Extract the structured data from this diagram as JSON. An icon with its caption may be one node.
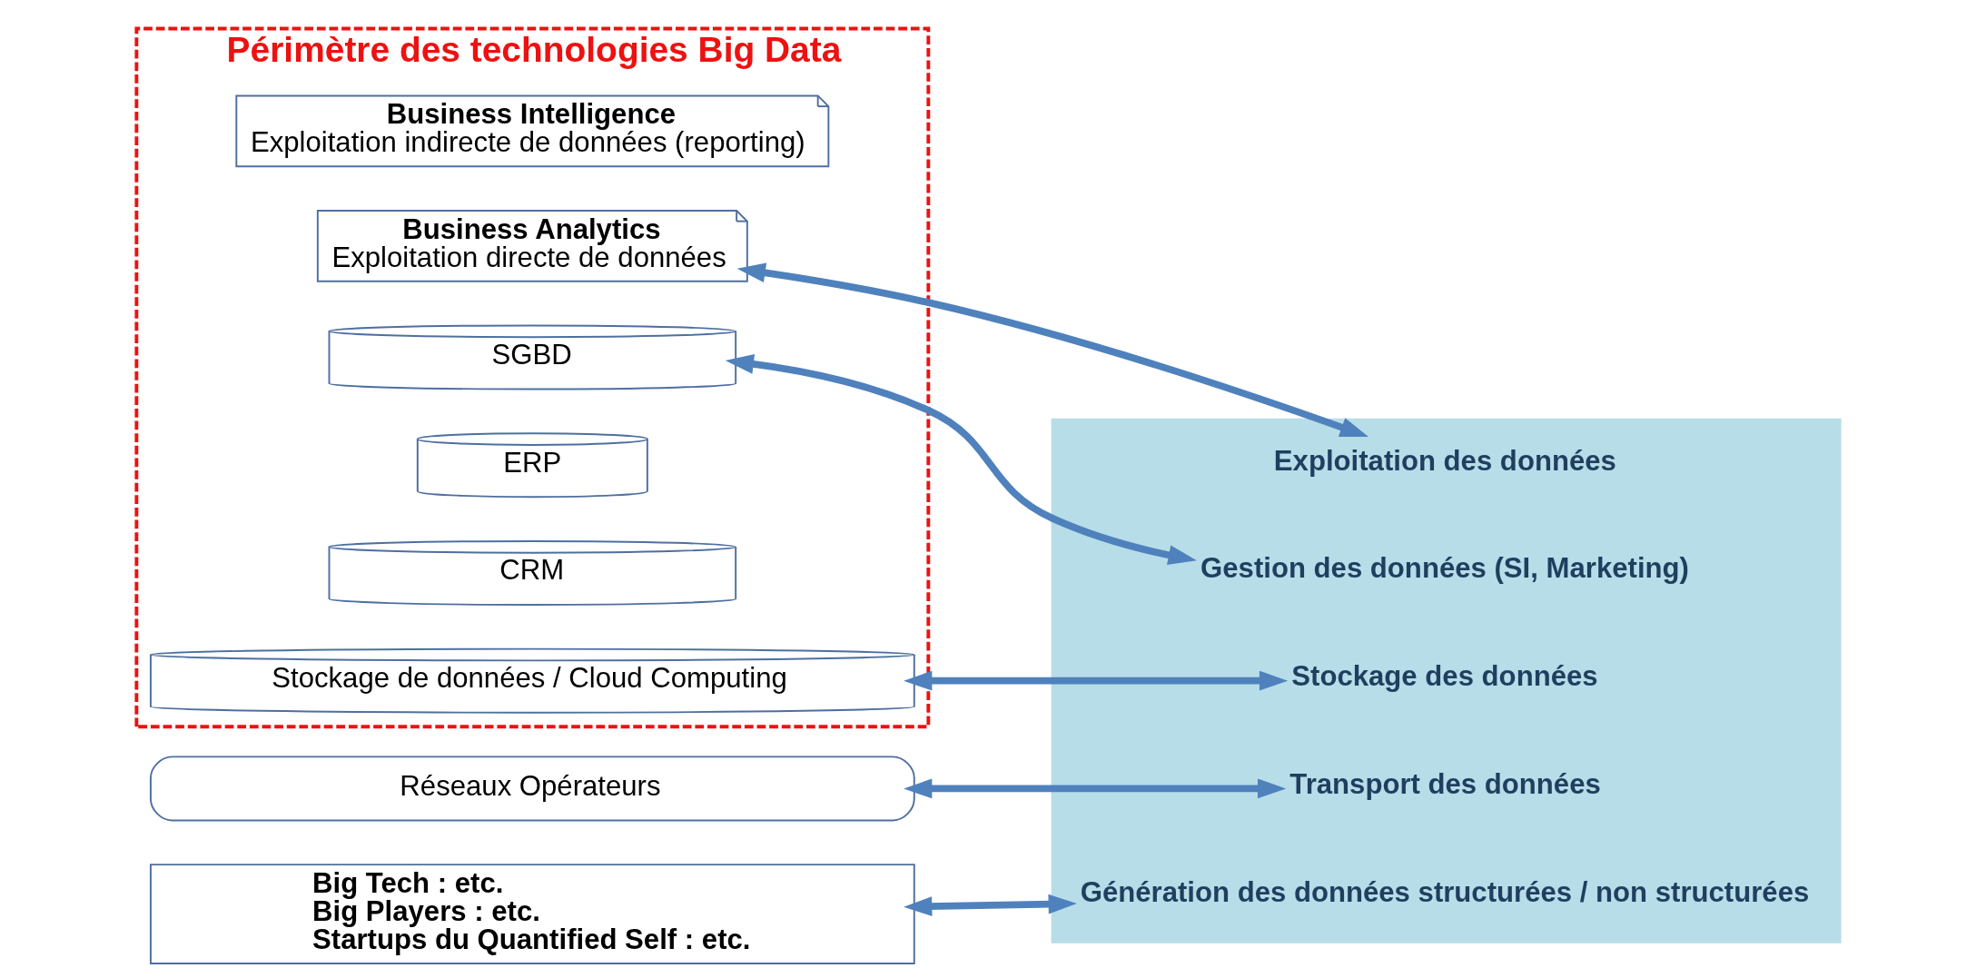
{
  "diagram": {
    "nodes": [
      {
        "text": [
          "Périmètre des technologies Big Data"
        ]
      },
      {
        "text": [
          "Business Intelligence",
          "Exploitation indirecte de données (reporting)"
        ],
        "in": 0
      },
      {
        "text": [
          "Business Analytics",
          "Exploitation directe de données"
        ],
        "in": 0
      },
      {
        "text": [
          "SGBD"
        ],
        "in": 0
      },
      {
        "text": [
          "ERP"
        ],
        "in": 0
      },
      {
        "text": [
          "CRM"
        ],
        "in": 0
      },
      {
        "text": [
          "Stockage de données / Cloud Computing"
        ],
        "in": 0
      },
      {
        "text": [
          "Réseaux Opérateurs"
        ]
      },
      {
        "text": [
          "Big Tech : etc.",
          "Big Players : etc.",
          "Startups du Quantified Self : etc."
        ]
      },
      {
        "text": [],
        "shape": "arrow"
      },
      {
        "text": [
          "Exploitation des données"
        ],
        "in": 9
      },
      {
        "text": [
          "Gestion des données (SI, Marketing)"
        ],
        "in": 9
      },
      {
        "text": [
          "Stockage des données"
        ],
        "in": 9
      },
      {
        "text": [
          "Transport des données"
        ],
        "in": 9
      },
      {
        "text": [
          "Génération des données structurées / non structurées"
        ],
        "in": 9
      }
    ],
    "edges": [
      {
        "from": 2,
        "to": 10,
        "arrow": "both"
      },
      {
        "from": 3,
        "to": 11,
        "arrow": "both"
      },
      {
        "from": 6,
        "to": 12,
        "arrow": "both"
      },
      {
        "from": 7,
        "to": 13,
        "arrow": "both"
      },
      {
        "from": 8,
        "to": 14,
        "arrow": "both"
      }
    ]
  }
}
